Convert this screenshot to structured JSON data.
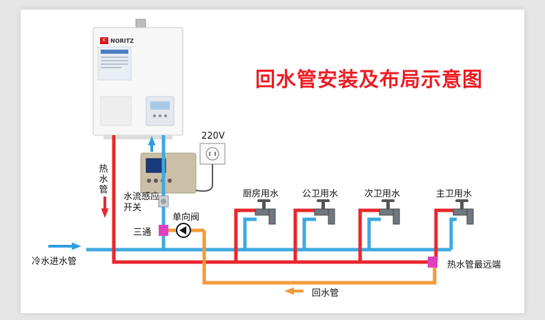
{
  "title": "回水管安装及布局示意图",
  "heater": {
    "brand": "NORITZ",
    "brand_mark": "K"
  },
  "labels": {
    "hot_water_pipe_vertical": "热水管",
    "flow_switch": "水流感应开关",
    "voltage": "220V",
    "check_valve": "单向阀",
    "tee": "三通",
    "cold_inlet": "冷水进水管",
    "farthest_hot": "热水管最远端",
    "return_pipe": "回水管"
  },
  "taps": [
    {
      "label": "厨房用水"
    },
    {
      "label": "公卫用水"
    },
    {
      "label": "次卫用水"
    },
    {
      "label": "主卫用水"
    }
  ],
  "colors": {
    "hot": "#e8262d",
    "cold": "#3fa9e0",
    "return": "#f29a3a",
    "tee": "#e040c0",
    "arrow_blue": "#2f9ee0",
    "arrow_red": "#e8262d",
    "title": "#ee1c24"
  }
}
